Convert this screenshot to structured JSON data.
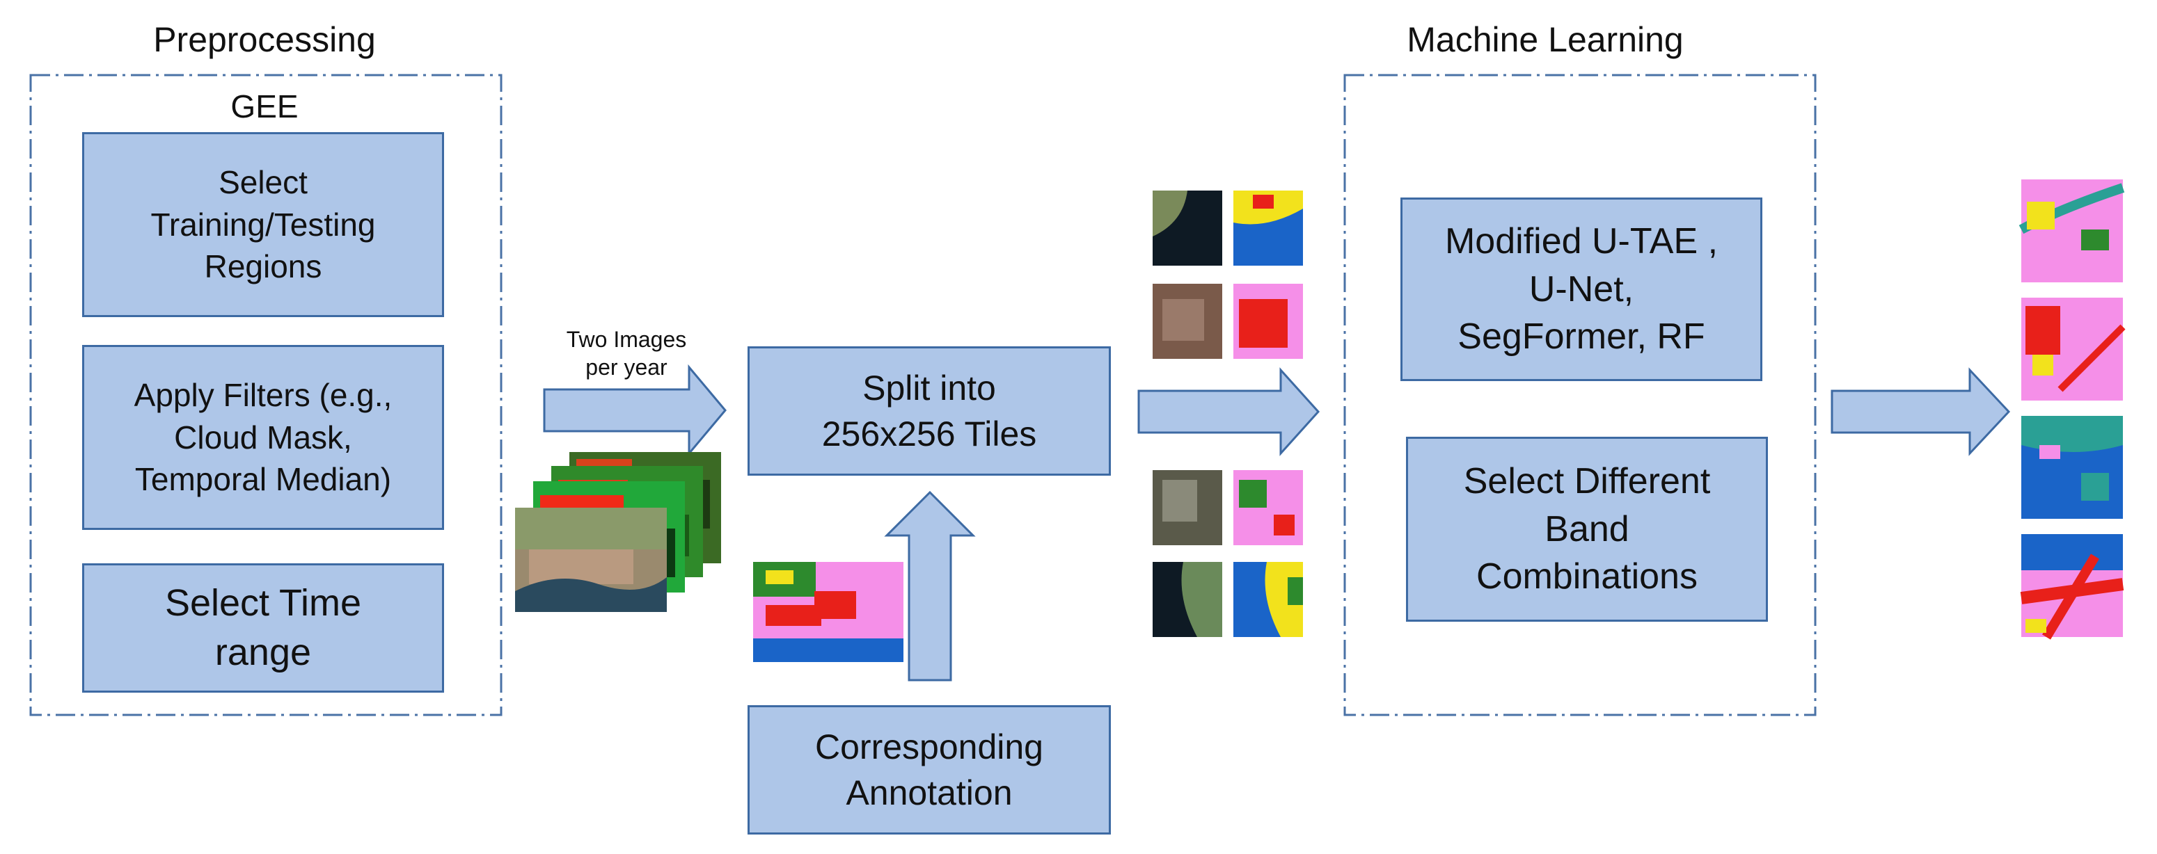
{
  "preprocessing": {
    "title": "Preprocessing",
    "subtitle": "GEE",
    "steps": [
      {
        "id": "select-regions",
        "lines": [
          "Select",
          "Training/Testing",
          "Regions"
        ]
      },
      {
        "id": "apply-filters",
        "lines": [
          "Apply Filters (e.g.,",
          "Cloud Mask,",
          "Temporal Median)"
        ]
      },
      {
        "id": "select-time-range",
        "lines": [
          "Select Time",
          "range"
        ]
      }
    ]
  },
  "arrow_label": {
    "lines": [
      "Two Images",
      "per year"
    ]
  },
  "split_box": {
    "lines": [
      "Split into",
      "256x256 Tiles"
    ]
  },
  "annotation_box": {
    "lines": [
      "Corresponding",
      "Annotation"
    ]
  },
  "machine_learning": {
    "title": "Machine Learning",
    "models_box": {
      "lines": [
        "Modified U-TAE ,",
        "U-Net,",
        "SegFormer, RF"
      ]
    },
    "bands_box": {
      "lines": [
        "Select Different",
        "Band",
        "Combinations"
      ]
    }
  },
  "colors": {
    "box_fill": "#aec6e8",
    "box_border": "#3d6aa3",
    "arrow_fill": "#aec6e8",
    "dashed_border": "#4a72a6",
    "label_pink": "#f58fe8",
    "label_water": "#1a64c8",
    "label_red": "#e8201a",
    "label_yellow": "#f2e21c",
    "label_green": "#2d8a2d",
    "label_teal": "#2aa095"
  }
}
